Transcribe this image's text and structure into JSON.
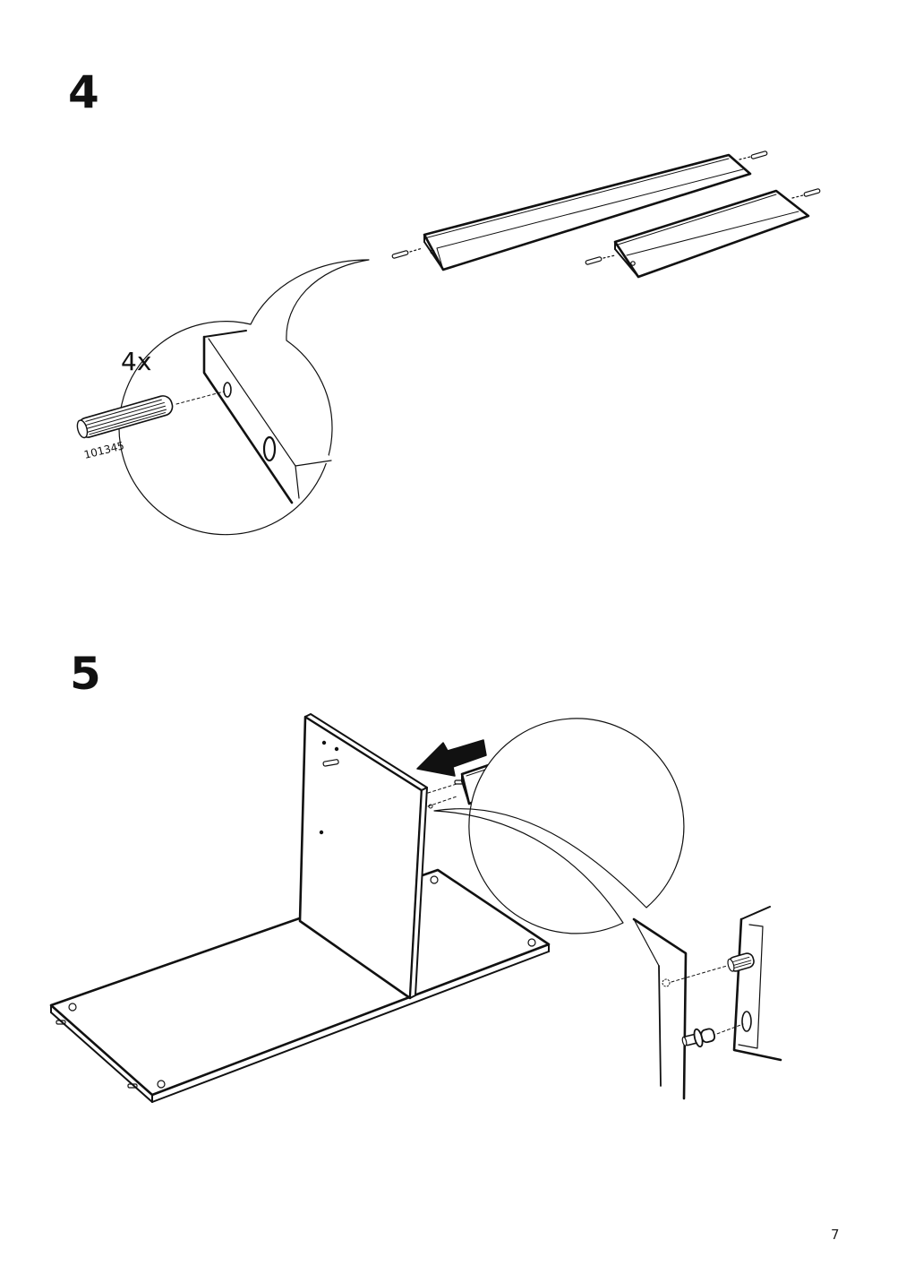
{
  "steps": [
    {
      "number": "4",
      "quantity_label": "4x",
      "part_number": "101345"
    },
    {
      "number": "5"
    }
  ],
  "page_number": "7"
}
